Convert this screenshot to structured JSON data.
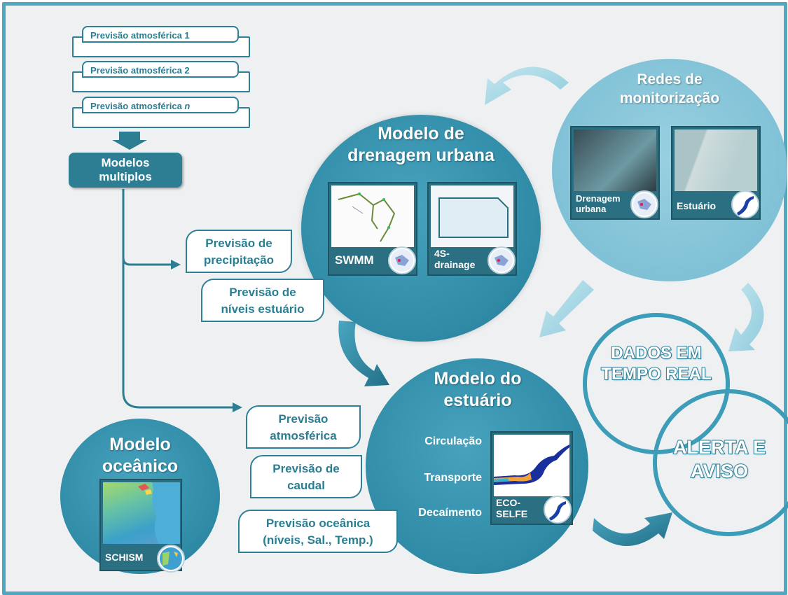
{
  "forecast_inputs": {
    "item1": "Previsão atmosférica 1",
    "item2": "Previsão atmosférica 2",
    "item3_prefix": "Previsão atmosférica",
    "item3_suffix": "n"
  },
  "multi_models": {
    "line1": "Modelos",
    "line2": "multiplos"
  },
  "urban_drainage": {
    "title_line1": "Modelo de",
    "title_line2": "drenagem urbana",
    "card1_label": "SWMM",
    "card2_label_line1": "4S-",
    "card2_label_line2": "drainage"
  },
  "monitoring": {
    "title_line1": "Redes de",
    "title_line2": "monitorização",
    "card1_label_line1": "Drenagem",
    "card1_label_line2": "urbana",
    "card2_label": "Estuário"
  },
  "estuary": {
    "title_line1": "Modelo do",
    "title_line2": "estuário",
    "process1": "Circulação",
    "process2": "Transporte",
    "process3": "Decaímento",
    "card_label_line1": "ECO-",
    "card_label_line2": "SELFE"
  },
  "ocean": {
    "title_line1": "Modelo",
    "title_line2": "oceânico",
    "card_label": "SCHISM"
  },
  "callouts": {
    "precip_line1": "Previsão de",
    "precip_line2": "precipitação",
    "estuary_levels_line1": "Previsão de",
    "estuary_levels_line2": "níveis estuário",
    "atmos_line1": "Previsão",
    "atmos_line2": "atmosférica",
    "flow_line1": "Previsão de",
    "flow_line2": "caudal",
    "ocean_line1": "Previsão oceânica",
    "ocean_line2": "(níveis, Sal., Temp.)"
  },
  "realtime": {
    "line1": "DADOS EM",
    "line2": "TEMPO REAL"
  },
  "alert": {
    "line1": "ALERTA E",
    "line2": "AVISO"
  },
  "colors": {
    "frame": "#4fa7c1",
    "dark_teal": "#2d7e93",
    "circle_blue": "#2f8aa6",
    "light_circle": "#8ec9dc",
    "arrow_light": "#9ed3e3",
    "arrow_dark": "#2a87a3"
  }
}
